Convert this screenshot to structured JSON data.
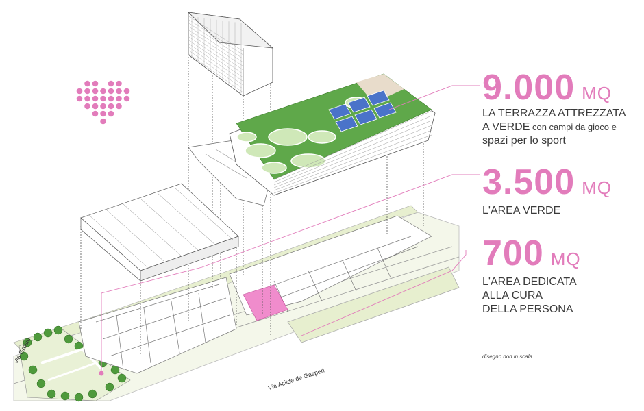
{
  "stats": [
    {
      "number": "9.000",
      "unit": "MQ",
      "line1": "LA TERRAZZA ATTREZZATA",
      "line2_main": "A VERDE",
      "line2_rest": " con campi da gioco e",
      "line3": "spazi per lo sport"
    },
    {
      "number": "3.500",
      "unit": "MQ",
      "line1": "L'AREA VERDE"
    },
    {
      "number": "700",
      "unit": "MQ",
      "line1": "L'AREA DEDICATA",
      "line2": "ALLA CURA",
      "line3": "DELLA PERSONA"
    }
  ],
  "note": "disegno non in scala",
  "streets": {
    "left": "Via Grosio",
    "bottom": "Via Acilde de Gasperi"
  },
  "colors": {
    "accent": "#e27cbb",
    "accent_fill": "#f08ccc",
    "green": "#4f9a3c",
    "lawn": "#e7efcf",
    "line": "#555555"
  }
}
